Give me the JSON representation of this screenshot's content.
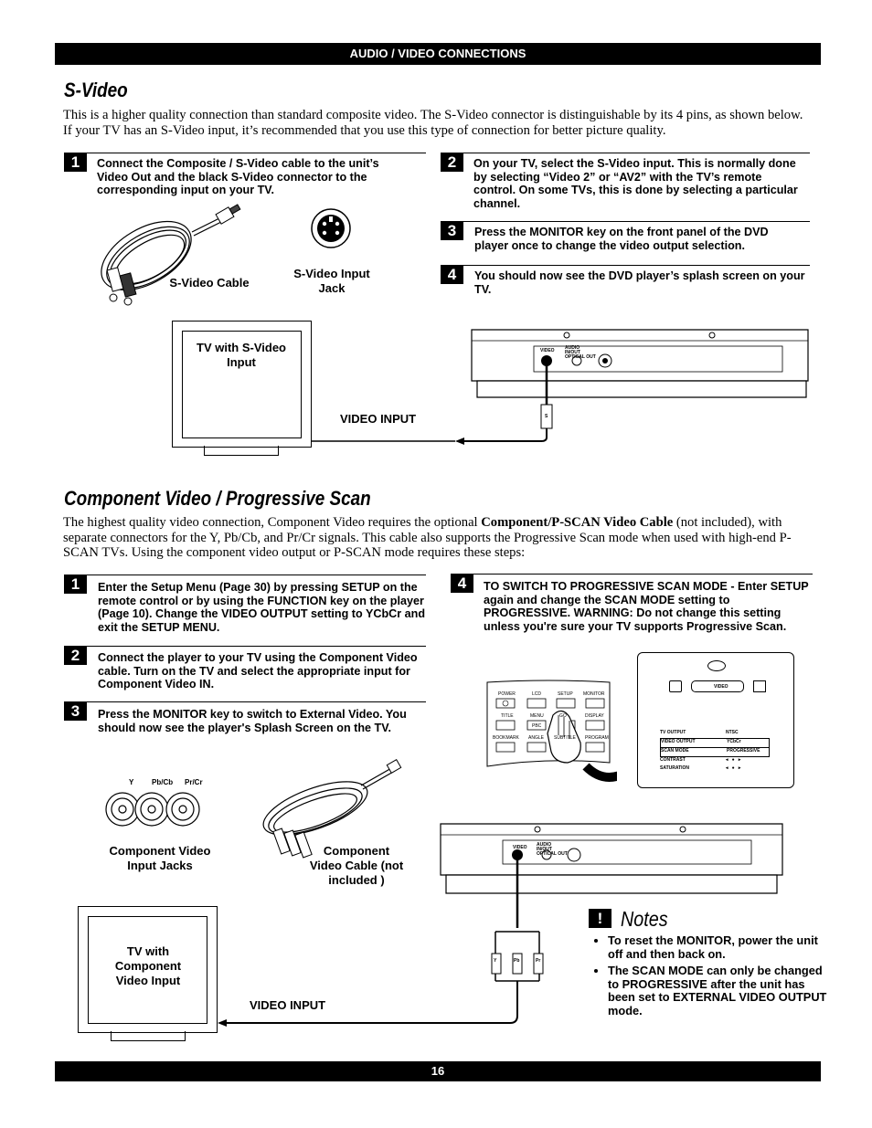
{
  "header": {
    "title": "AUDIO / VIDEO CONNECTIONS"
  },
  "svideo": {
    "title": "S-Video",
    "intro": "This is a higher quality connection than standard composite video. The S-Video connector is distinguishable by its 4 pins, as shown below. If your TV has an S-Video input, it’s recommended that you use this type of connection for better picture quality.",
    "steps": [
      {
        "num": "1",
        "text": "Connect the Composite / S-Video cable to the unit’s Video Out and the black S-Video connector to the corresponding input on your TV."
      },
      {
        "num": "2",
        "text": "On your TV, select the S-Video input. This is normally done by selecting “Video 2” or “AV2” with the TV’s remote control. On some TVs, this is done by selecting a particular channel."
      },
      {
        "num": "3",
        "text": "Press the MONITOR key on the front panel of the DVD player once to change the video output selection."
      },
      {
        "num": "4",
        "text": "You should now see the DVD player’s splash screen on your TV."
      }
    ],
    "cable_label": "S-Video Cable",
    "jack_label": "S-Video Input Jack",
    "tv_label": "TV with S-Video Input",
    "video_input": "VIDEO INPUT",
    "plug_letter": "S"
  },
  "component": {
    "title": "Component Video / Progressive Scan",
    "intro_pre": "The highest quality video connection, Component Video requires the optional ",
    "intro_bold": "Component/P-SCAN Video Cable",
    "intro_post": " (not included), with separate connectors for the Y, Pb/Cb, and Pr/Cr signals. This cable also supports the Progressive Scan mode when used with high-end P-SCAN TVs. Using the component video output or P-SCAN mode requires these steps:",
    "steps": [
      {
        "num": "1",
        "text": "Enter the Setup Menu (Page 30) by pressing SETUP on the remote control or by using the FUNCTION key on the player (Page 10). Change the VIDEO OUTPUT setting to YCbCr and exit the SETUP MENU."
      },
      {
        "num": "2",
        "text": "Connect the player to your TV using the Component Video cable. Turn on the TV and select the appropriate input for Component Video IN."
      },
      {
        "num": "3",
        "text": "Press the MONITOR key to switch to External Video. You should now see the player's Splash Screen on the TV."
      },
      {
        "num": "4",
        "text": "TO SWITCH TO PROGRESSIVE SCAN MODE - Enter SETUP again and change the SCAN MODE setting to PROGRESSIVE. WARNING: Do not change this setting unless you're sure your TV supports Progressive Scan."
      }
    ],
    "jack_names": [
      "Y",
      "Pb/Cb",
      "Pr/Cr"
    ],
    "jacks_label": "Component Video Input Jacks",
    "cable_label": "Component Video Cable (not included )",
    "tv_label": "TV with Component Video Input",
    "video_input": "VIDEO INPUT",
    "plug_letters": [
      "Y",
      "Pb",
      "Pr"
    ]
  },
  "player_panel": {
    "video": "VIDEO",
    "audio": "AUDIO IN/OUT OPTICAL OUT"
  },
  "remote": {
    "row1": [
      "POWER",
      "LCD",
      "SETUP",
      "MONITOR"
    ],
    "row2": [
      "TITLE",
      "MENU",
      "GO",
      "DISPLAY"
    ],
    "row3": [
      "BOOKMARK",
      "ANGLE",
      "SUBTITLE",
      "PROGRAM"
    ],
    "pbc": "PBC"
  },
  "osd": {
    "video_tab": "VIDEO",
    "rows": [
      {
        "label": "TV OUTPUT",
        "value": "NTSC"
      },
      {
        "label": "VIDEO OUTPUT",
        "value": "YCbCr"
      },
      {
        "label": "SCAN MODE",
        "value": "PROGRESSIVE"
      },
      {
        "label": "CONTRAST",
        "value": ""
      },
      {
        "label": "SATURATION",
        "value": ""
      }
    ]
  },
  "notes": {
    "icon": "!",
    "title": "Notes",
    "items": [
      "To reset the MONITOR, power the unit off and then back on.",
      "The SCAN MODE can only be changed to PROGRESSIVE after the unit has been set to EXTERNAL VIDEO OUTPUT mode."
    ]
  },
  "footer": {
    "page": "16"
  }
}
